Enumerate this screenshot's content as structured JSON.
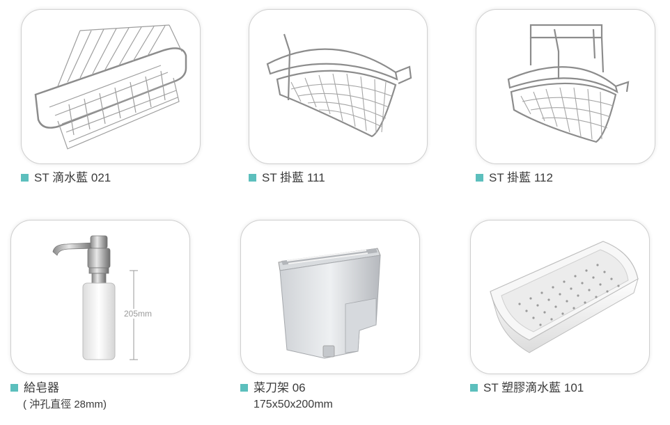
{
  "products": [
    {
      "label": "ST 滴水藍 021",
      "accent": "#5cbfbd",
      "image": "stainless-wire-drain-basket"
    },
    {
      "label": "ST 掛藍 111",
      "accent": "#5cbfbd",
      "image": "stainless-wire-hanging-basket"
    },
    {
      "label": "ST 掛藍 112",
      "accent": "#5cbfbd",
      "image": "stainless-wire-hanging-basket-with-rail"
    },
    {
      "label": "給皂器",
      "sub": "( 沖孔直徑 28mm)",
      "accent": "#5cbfbd",
      "image": "soap-dispenser",
      "dimension": "205mm"
    },
    {
      "label": "菜刀架 06",
      "sub": "175x50x200mm",
      "accent": "#5cbfbd",
      "image": "knife-holder"
    },
    {
      "label": "ST 塑膠滴水藍 101",
      "accent": "#5cbfbd",
      "image": "plastic-drain-tray"
    }
  ]
}
